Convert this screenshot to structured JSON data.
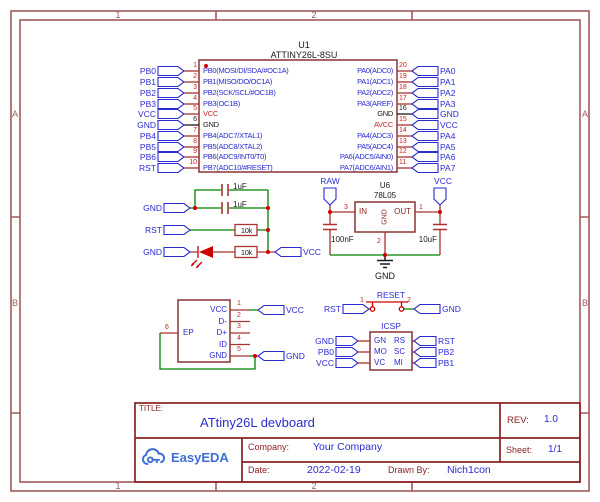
{
  "frame": {
    "cols": [
      "1",
      "2"
    ],
    "rows": [
      "A",
      "B"
    ]
  },
  "chip": {
    "refdes": "U1",
    "part": "ATTINY26L-8SU",
    "left_pins": [
      {
        "num": "1",
        "net": "PB0",
        "label": "PB0(MOSI/DI/SDA/#OC1A)",
        "color": "blue"
      },
      {
        "num": "2",
        "net": "PB1",
        "label": "PB1(MISO/DO/OC1A)",
        "color": "blue"
      },
      {
        "num": "3",
        "net": "PB2",
        "label": "PB2(SCK/SCL/#OC1B)",
        "color": "blue"
      },
      {
        "num": "4",
        "net": "PB3",
        "label": "PB3(OC1B)",
        "color": "blue"
      },
      {
        "num": "5",
        "net": "VCC",
        "label": "VCC",
        "color": "red"
      },
      {
        "num": "6",
        "net": "GND",
        "label": "GND",
        "color": "black"
      },
      {
        "num": "7",
        "net": "PB4",
        "label": "PB4(ADC7/XTAL1)",
        "color": "blue"
      },
      {
        "num": "8",
        "net": "PB5",
        "label": "PB5(ADC8/XTAL2)",
        "color": "blue"
      },
      {
        "num": "9",
        "net": "PB6",
        "label": "PB6(ADC9/INT0/T0)",
        "color": "blue"
      },
      {
        "num": "10",
        "net": "RST",
        "label": "PB7(ADC10/#RESET)",
        "color": "blue"
      }
    ],
    "right_pins": [
      {
        "num": "20",
        "net": "PA0",
        "label": "PA0(ADC0)",
        "color": "blue"
      },
      {
        "num": "19",
        "net": "PA1",
        "label": "PA1(ADC1)",
        "color": "blue"
      },
      {
        "num": "18",
        "net": "PA2",
        "label": "PA2(ADC2)",
        "color": "blue"
      },
      {
        "num": "17",
        "net": "PA3",
        "label": "PA3(AREF)",
        "color": "blue"
      },
      {
        "num": "16",
        "net": "GND",
        "label": "GND",
        "color": "black"
      },
      {
        "num": "15",
        "net": "VCC",
        "label": "AVCC",
        "color": "red"
      },
      {
        "num": "14",
        "net": "PA4",
        "label": "PA4(ADC3)",
        "color": "blue"
      },
      {
        "num": "13",
        "net": "PA5",
        "label": "PA5(ADC4)",
        "color": "blue"
      },
      {
        "num": "12",
        "net": "PA6",
        "label": "PA6(ADC5/AIN0)",
        "color": "blue"
      },
      {
        "num": "11",
        "net": "PA7",
        "label": "PA7(ADC6/AIN1)",
        "color": "blue"
      }
    ]
  },
  "passives": {
    "cap_top": "1uF",
    "cap_bottom": "1uF",
    "r_top": "10k",
    "r_bottom": "10k",
    "net_gnd_caps": "GND",
    "net_rst": "RST",
    "net_gnd_led": "GND",
    "net_vcc": "VCC"
  },
  "regulator": {
    "refdes": "U6",
    "part": "78L05",
    "pin_in_name": "IN",
    "pin_out_name": "OUT",
    "pin_gnd_name": "GND",
    "pin_in_num": "3",
    "pin_out_num": "1",
    "pin_gnd_num": "2",
    "cap_in": "100nF",
    "cap_out": "10uF",
    "net_in": "RAW",
    "net_out": "VCC",
    "gnd": "GND"
  },
  "reset_sw": {
    "label": "RESET",
    "net_left": "RST",
    "net_right": "GND",
    "pin1": "1",
    "pin2": "2"
  },
  "icsp": {
    "title": "ICSP",
    "pins_left_inner": [
      "GN",
      "MO",
      "VC"
    ],
    "pins_right_inner": [
      "RS",
      "SC",
      "MI"
    ],
    "nets_left": [
      "GND",
      "PB0",
      "VCC"
    ],
    "nets_right": [
      "RST",
      "PB2",
      "PB1"
    ]
  },
  "usb": {
    "pins": [
      {
        "num": "1",
        "label": "VCC",
        "net": "VCC"
      },
      {
        "num": "2",
        "label": "D-",
        "net": ""
      },
      {
        "num": "3",
        "label": "D+",
        "net": ""
      },
      {
        "num": "4",
        "label": "ID",
        "net": ""
      },
      {
        "num": "5",
        "label": "GND",
        "net": "GND"
      }
    ],
    "ep_num": "6",
    "ep_label": "EP"
  },
  "titleblock": {
    "title_label": "TITLE:",
    "title": "ATtiny26L devboard",
    "rev_label": "REV:",
    "rev": "1.0",
    "company_label": "Company:",
    "company": "Your Company",
    "sheet_label": "Sheet:",
    "sheet": "1/1",
    "date_label": "Date:",
    "date": "2022-02-19",
    "drawn_label": "Drawn By:",
    "drawn": "Nich1con",
    "logo_text": "EasyEDA"
  },
  "colors": {
    "frame": "#a05a5a",
    "component_outline": "#8a3333",
    "wire_green": "#008000",
    "wire_red": "#aa3333",
    "accent_red": "#cc0000",
    "net_blue": "#2b2bd0",
    "titleblock_red": "#8b2222",
    "logo_blue": "#3e6fd9"
  }
}
